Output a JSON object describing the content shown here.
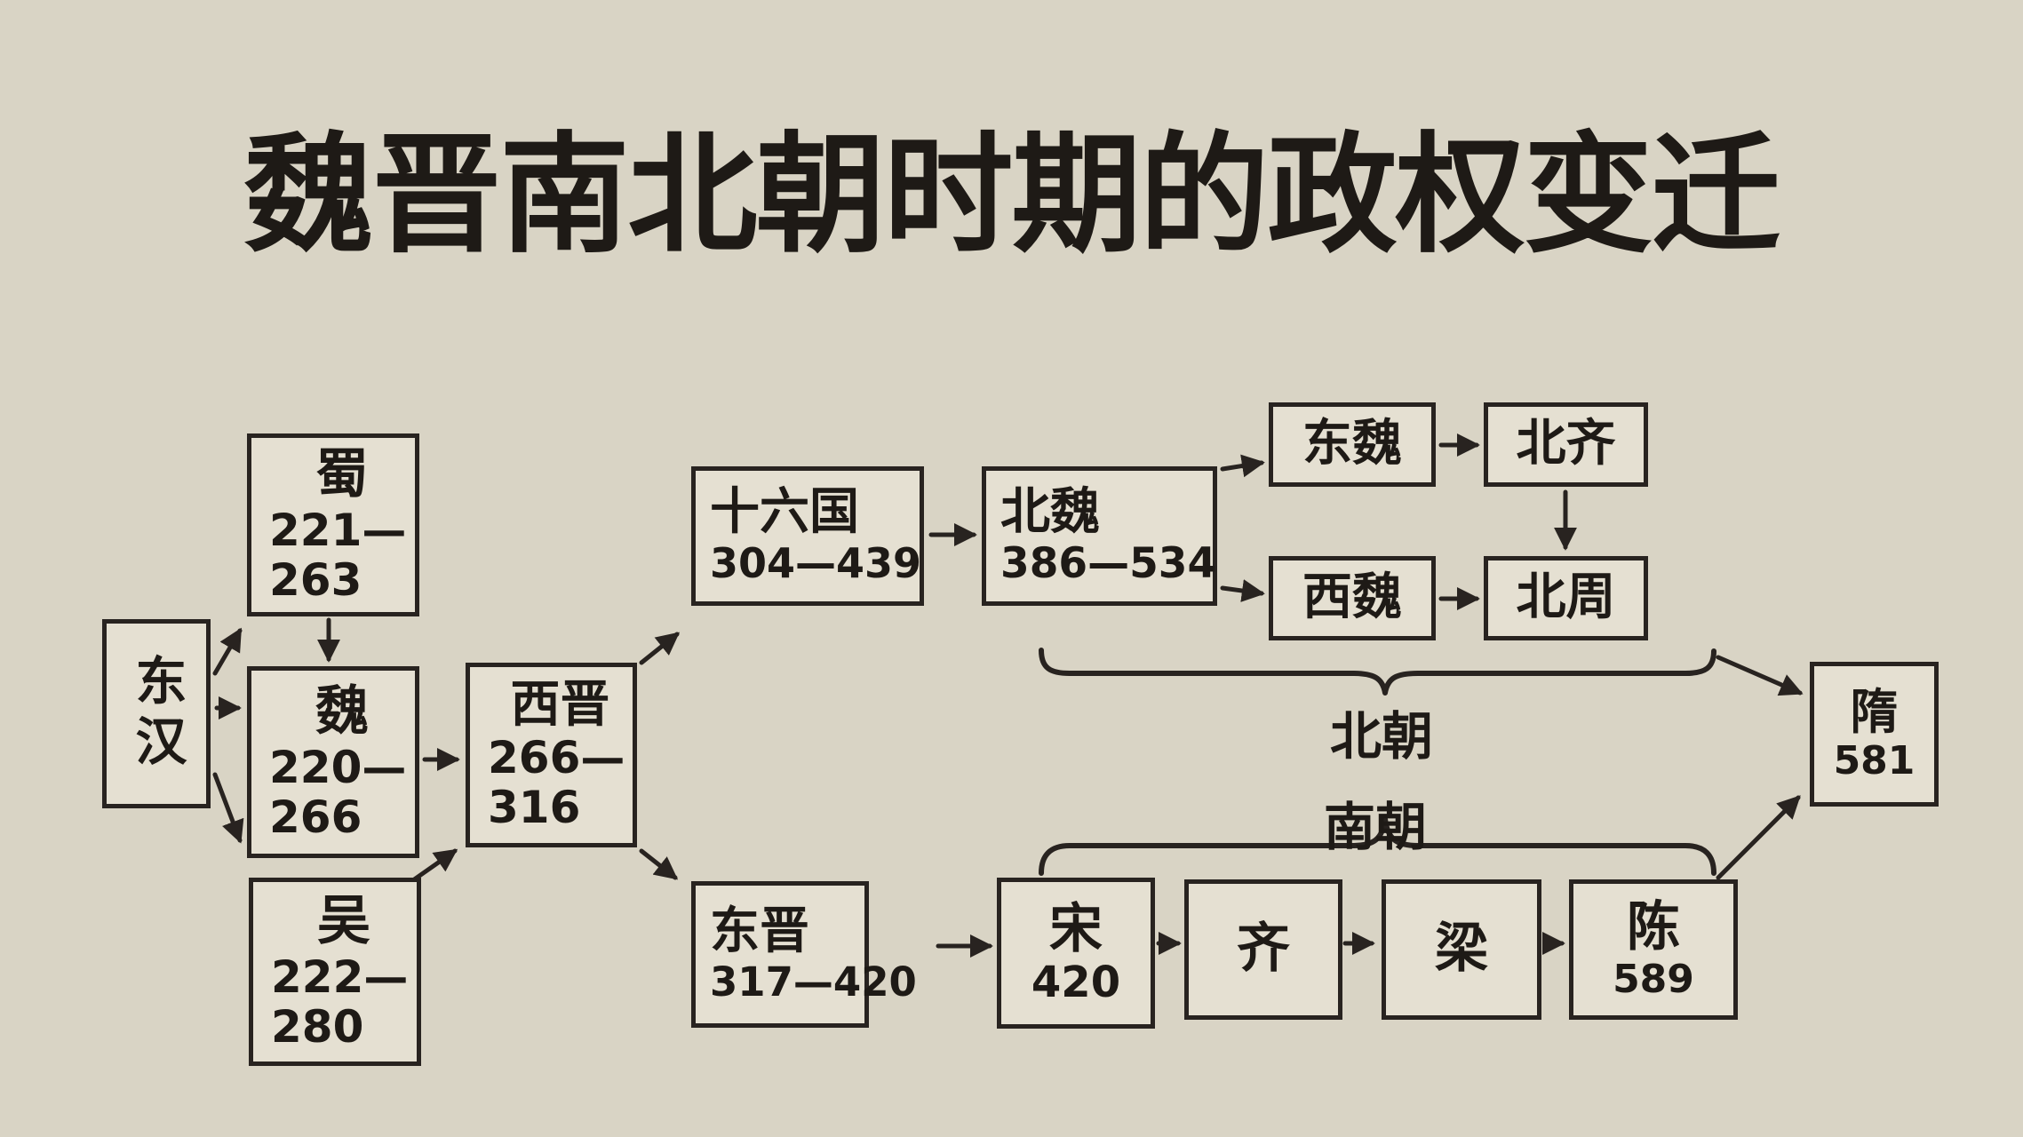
{
  "title": "魏晋南北朝时期的政权变迁",
  "colors": {
    "background": "#d9d4c5",
    "box_fill": "#e5e0d2",
    "line": "#282320",
    "text": "#1e1a16"
  },
  "nodes": {
    "donghan": {
      "label": "东汉"
    },
    "shu": {
      "label": "蜀",
      "years_start": "221—",
      "years_end": "263"
    },
    "wei": {
      "label": "魏",
      "years_start": "220—",
      "years_end": "266"
    },
    "wu": {
      "label": "吴",
      "years_start": "222—",
      "years_end": "280"
    },
    "xijin": {
      "label": "西晋",
      "years_start": "266—",
      "years_end": "316"
    },
    "shiliuguo": {
      "label": "十六国",
      "years": "304—439"
    },
    "beiwei": {
      "label": "北魏",
      "years": "386—534"
    },
    "dongwei": {
      "label": "东魏"
    },
    "beiqi": {
      "label": "北齐"
    },
    "xiwei": {
      "label": "西魏"
    },
    "beizhou": {
      "label": "北周"
    },
    "dongjin": {
      "label": "东晋",
      "years": "317—420"
    },
    "song": {
      "label": "宋",
      "years": "420"
    },
    "qi": {
      "label": "齐"
    },
    "liang": {
      "label": "梁"
    },
    "chen": {
      "label": "陈",
      "years": "589"
    },
    "sui": {
      "label": "隋",
      "years": "581"
    }
  },
  "group_labels": {
    "north": "北朝",
    "south": "南朝"
  },
  "edges": [
    {
      "from": "donghan",
      "to": "shu"
    },
    {
      "from": "donghan",
      "to": "wei"
    },
    {
      "from": "donghan",
      "to": "wu"
    },
    {
      "from": "shu",
      "to": "wei"
    },
    {
      "from": "wei",
      "to": "xijin"
    },
    {
      "from": "wu",
      "to": "xijin"
    },
    {
      "from": "xijin",
      "to": "shiliuguo"
    },
    {
      "from": "xijin",
      "to": "dongjin"
    },
    {
      "from": "shiliuguo",
      "to": "beiwei"
    },
    {
      "from": "beiwei",
      "to": "dongwei"
    },
    {
      "from": "beiwei",
      "to": "xiwei"
    },
    {
      "from": "dongwei",
      "to": "beiqi"
    },
    {
      "from": "beiqi",
      "to": "beizhou"
    },
    {
      "from": "xiwei",
      "to": "beizhou"
    },
    {
      "from": "dongjin",
      "to": "song"
    },
    {
      "from": "song",
      "to": "qi"
    },
    {
      "from": "qi",
      "to": "liang"
    },
    {
      "from": "liang",
      "to": "chen"
    },
    {
      "from": "north-dynasties",
      "to": "sui"
    },
    {
      "from": "south-dynasties",
      "to": "sui"
    }
  ]
}
